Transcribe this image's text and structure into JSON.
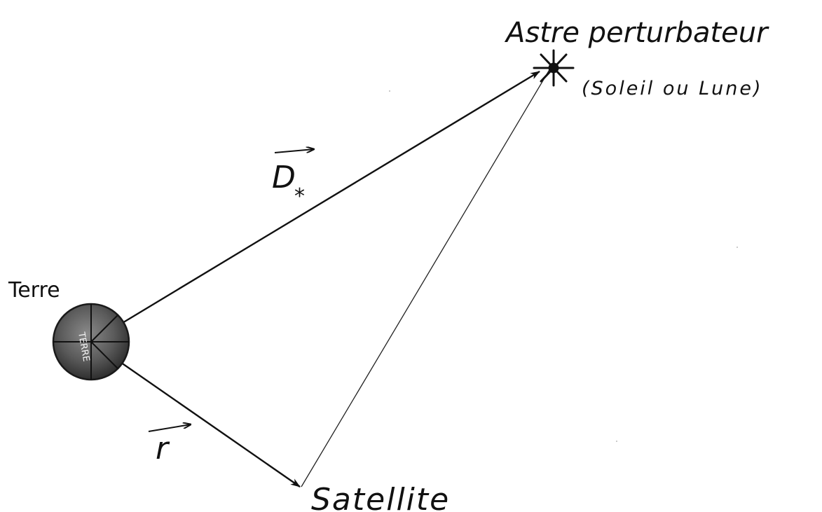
{
  "labels": {
    "earth": "Terre",
    "earth_inner": "TERRE",
    "body": "Astre perturbateur",
    "body_note": "(Soleil ou Lune)",
    "satellite": "Satellite",
    "vector_D": "D",
    "vector_D_subscript": "*",
    "vector_r": "r"
  },
  "colors": {
    "ink": "#111111",
    "earth_dark": "#2e2e2e",
    "earth_mid": "#6a6a6a",
    "paper": "#ffffff"
  },
  "icons": {
    "perturbing_body": "star-icon",
    "earth": "globe-icon"
  }
}
